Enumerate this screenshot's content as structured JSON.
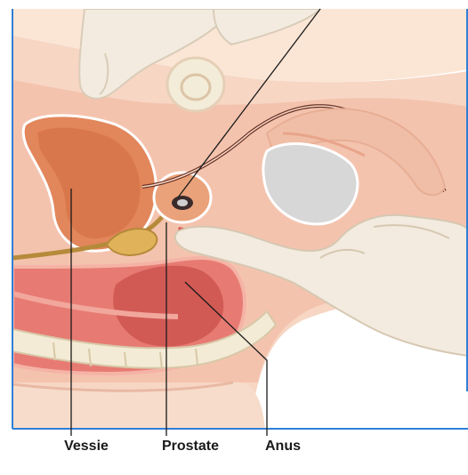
{
  "labels": {
    "bladder": "Vessie",
    "prostate": "Prostate",
    "anus": "Anus"
  },
  "colors": {
    "frame_blue": "#2f7fd6",
    "skin": "#f6d3c0",
    "glove": "#f3ebdf",
    "bladder": "#e8885a",
    "rectum": "#e77d76",
    "bone": "#f2ead6"
  }
}
